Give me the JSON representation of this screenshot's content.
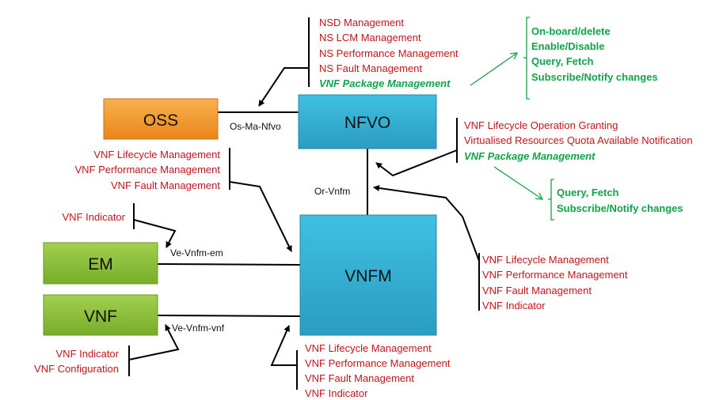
{
  "colors": {
    "oss": "#f39a2b",
    "nfvo": "#33b3d6",
    "vnfm": "#33b3d6",
    "em": "#8dc03a",
    "vnf": "#8dc03a",
    "text_red": "#c0161b",
    "text_green": "#12a34a"
  },
  "nodes": {
    "oss": "OSS",
    "nfvo": "NFVO",
    "vnfm": "VNFM",
    "em": "EM",
    "vnf": "VNF"
  },
  "interfaces": {
    "os_ma_nfvo": "Os-Ma-Nfvo",
    "or_vnfm": "Or-Vnfm",
    "ve_vnfm_em": "Ve-Vnfm-em",
    "ve_vnfm_vnf": "Ve-Vnfm-vnf"
  },
  "nfvo_to_oss": [
    "NSD Management",
    "NS LCM Management",
    "NS Performance Management",
    "NS Fault Management"
  ],
  "nfvo_to_oss_pkg": "VNF Package Management",
  "oss_pkg_ops": [
    "On-board/delete",
    "Enable/Disable",
    "Query, Fetch",
    "Subscribe/Notify changes"
  ],
  "nfvo_to_vnfm": [
    "VNF Lifecycle Operation Granting",
    "Virtualised Resources Quota Available Notification"
  ],
  "nfvo_to_vnfm_pkg": "VNF Package Management",
  "vnfm_pkg_ops": [
    "Query, Fetch",
    "Subscribe/Notify changes"
  ],
  "vnfm_to_nfvo": [
    "VNF Lifecycle Management",
    "VNF Performance Management",
    "VNF Fault Management",
    "VNF Indicator"
  ],
  "vnfm_to_oss": [
    "VNF Lifecycle Management",
    "VNF Performance Management",
    "VNF Fault Management"
  ],
  "em_to_vnfm": [
    "VNF Indicator"
  ],
  "vnf_to_vnfm": [
    "VNF Indicator",
    "VNF Configuration"
  ],
  "vnfm_to_vnf": [
    "VNF Lifecycle Management",
    "VNF Performance Management",
    "VNF Fault Management",
    "VNF Indicator"
  ]
}
